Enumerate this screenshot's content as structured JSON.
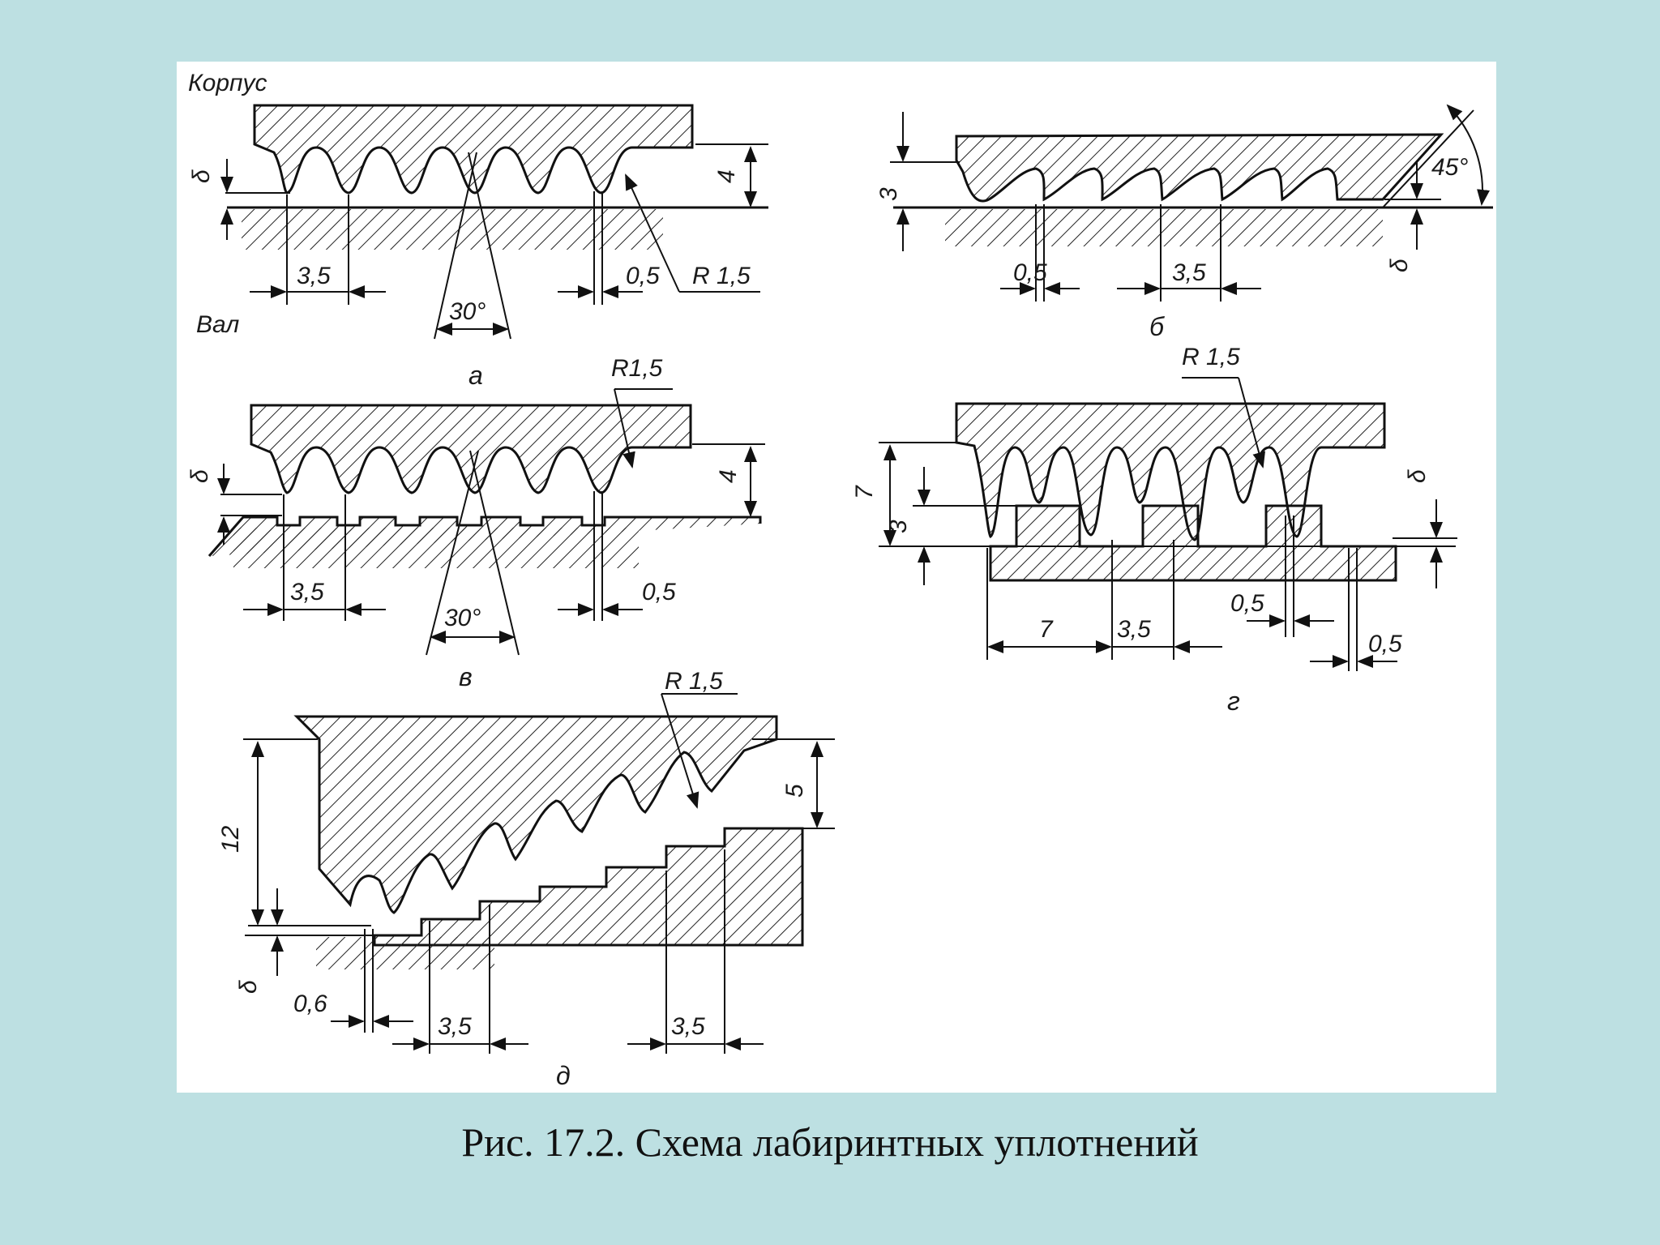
{
  "caption": "Рис. 17.2. Схема лабиринтных уплотнений",
  "figures": {
    "a": {
      "sub_label": "а",
      "housing_label": "Корпус",
      "shaft_label": "Вал",
      "gap_label": "δ",
      "dim_height": "4",
      "dim_pitch": "3,5",
      "dim_tip": "0,5",
      "radius": "R 1,5",
      "angle": "30°"
    },
    "b": {
      "sub_label": "б",
      "dim_height": "3",
      "gap_label": "δ",
      "angle": "45°",
      "dim_tip": "0,5",
      "dim_pitch": "3,5"
    },
    "v": {
      "sub_label": "в",
      "gap_label": "δ",
      "dim_height": "4",
      "radius": "R1,5",
      "dim_pitch": "3,5",
      "angle": "30°",
      "dim_tip": "0,5"
    },
    "g": {
      "sub_label": "г",
      "radius": "R 1,5",
      "dim_total": "7",
      "dim_step": "3",
      "gap_label": "δ",
      "dim_pitch_long": "7",
      "dim_pitch": "3,5",
      "dim_tip_1": "0,5",
      "dim_tip_2": "0,5"
    },
    "d": {
      "sub_label": "д",
      "radius": "R 1,5",
      "dim_total": "12",
      "dim_step": "5",
      "gap_label": "δ",
      "dim_tip": "0,6",
      "dim_pitch_1": "3,5",
      "dim_pitch_2": "3,5"
    }
  },
  "colors": {
    "background": "#bde0e2",
    "panel": "#ffffff",
    "ink": "#1a1a1a"
  }
}
